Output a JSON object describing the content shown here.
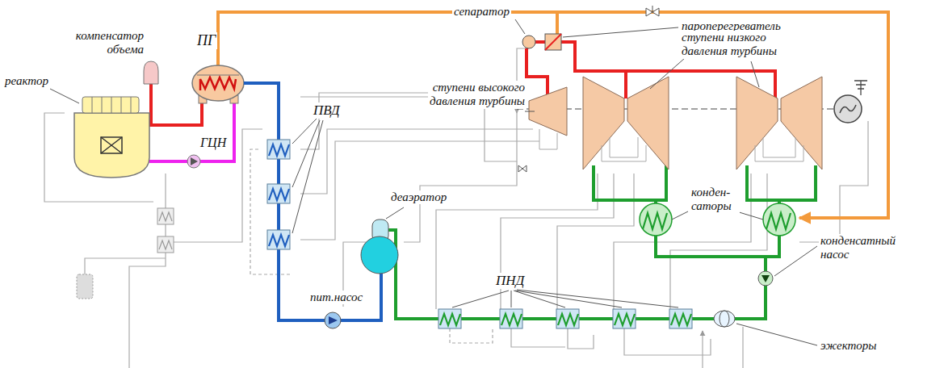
{
  "diagram": {
    "labels": [
      "компенсатор объема",
      "ПГ",
      "реактор",
      "ГЦН",
      "ПВД",
      "сепаратор",
      "пароперегреватель",
      "ступени низкого давления турбины",
      "ступени высокого давления турбины",
      "деаэратор",
      "конден- саторы",
      "ПНД",
      "пит.насос",
      "конденсатный насос",
      "эжекторы"
    ]
  }
}
